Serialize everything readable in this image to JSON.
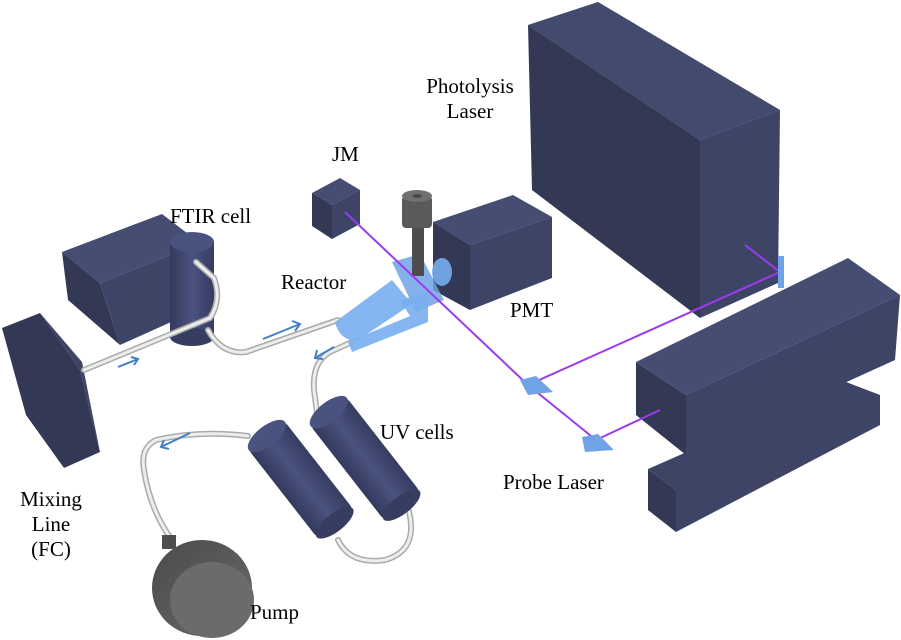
{
  "figure": {
    "title": "Experimental setup schematic",
    "labels": {
      "photolysis_laser_line1": "Photolysis",
      "photolysis_laser_line2": "Laser",
      "jm": "JM",
      "ftir_cell": "FTIR cell",
      "reactor": "Reactor",
      "pmt": "PMT",
      "uv_cells": "UV cells",
      "probe_laser": "Probe Laser",
      "mixing_line_1": "Mixing",
      "mixing_line_2": "Line",
      "mixing_line_3": "(FC)",
      "pump": "Pump"
    },
    "colors": {
      "equipment": "#3d4466",
      "equipment_shadow": "#333855",
      "beam": "#9b3bf0",
      "optics": "#6fa3e6",
      "reactor": "#78aef0",
      "tubing": "#e6e8e8",
      "flow_arrow": "#3f7fc9",
      "pump": "#5c5c5c"
    }
  }
}
